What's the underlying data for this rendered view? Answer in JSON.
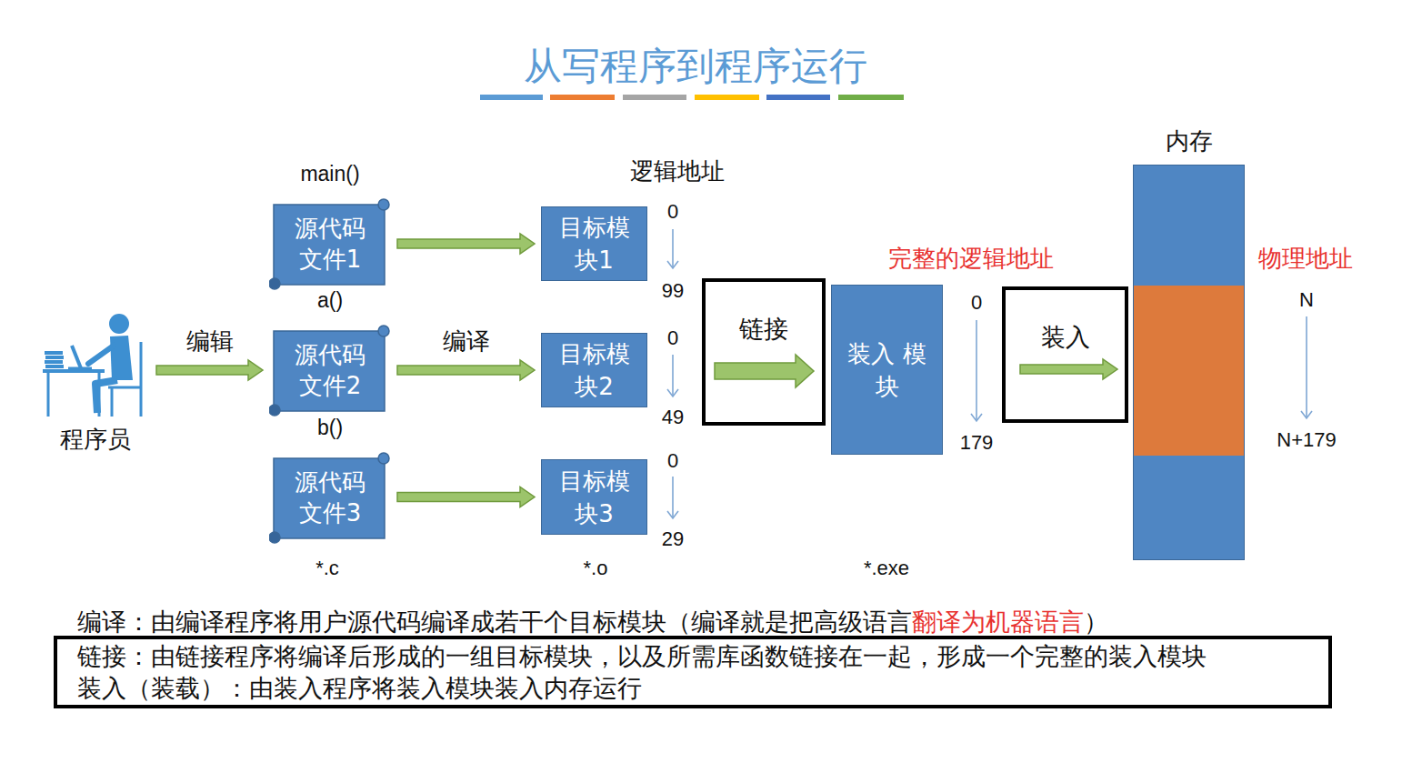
{
  "diagram": {
    "title": "从写程序到程序运行",
    "nodes": [
      {
        "text": [
          "程序员"
        ]
      },
      {
        "text": [
          "main()",
          "源代码 文件1"
        ]
      },
      {
        "text": [
          "a()",
          "源代码 文件2"
        ]
      },
      {
        "text": [
          "b()",
          "源代码 文件3"
        ]
      },
      {
        "text": [
          "目标模 块1"
        ]
      },
      {
        "text": [
          "目标模 块2"
        ]
      },
      {
        "text": [
          "目标模 块3"
        ]
      },
      {
        "text": [
          "链接"
        ]
      },
      {
        "text": [
          "装入 模块"
        ]
      },
      {
        "text": [
          "装入"
        ]
      },
      {
        "text": [
          "内存"
        ]
      },
      {
        "text": [
          "链接：由链接程序将编译后形成的一组目标模块，以及所需库函数链接在一起，形成一个完整的装入模块",
          "装入（装载）：由装入程序将装入模块装入内存运行"
        ]
      }
    ],
    "edges": [
      {
        "from": 0,
        "to": 2,
        "label": "编辑",
        "arrow": "to"
      },
      {
        "from": 1,
        "to": 4,
        "arrow": "to"
      },
      {
        "from": 2,
        "to": 5,
        "label": "编译",
        "arrow": "to"
      },
      {
        "from": 3,
        "to": 6,
        "arrow": "to"
      }
    ],
    "labels": [
      "逻辑地址",
      "0",
      "99",
      "0",
      "49",
      "0",
      "29",
      "*.c",
      "*.o",
      "完整的逻辑地址",
      "0",
      "179",
      "*.exe",
      "物理地址",
      "N",
      "N+179",
      "编译：由编译程序将用户源代码编译成若干个目标模块（编译就是把高级语言",
      "翻译为机器语言",
      "）"
    ]
  }
}
